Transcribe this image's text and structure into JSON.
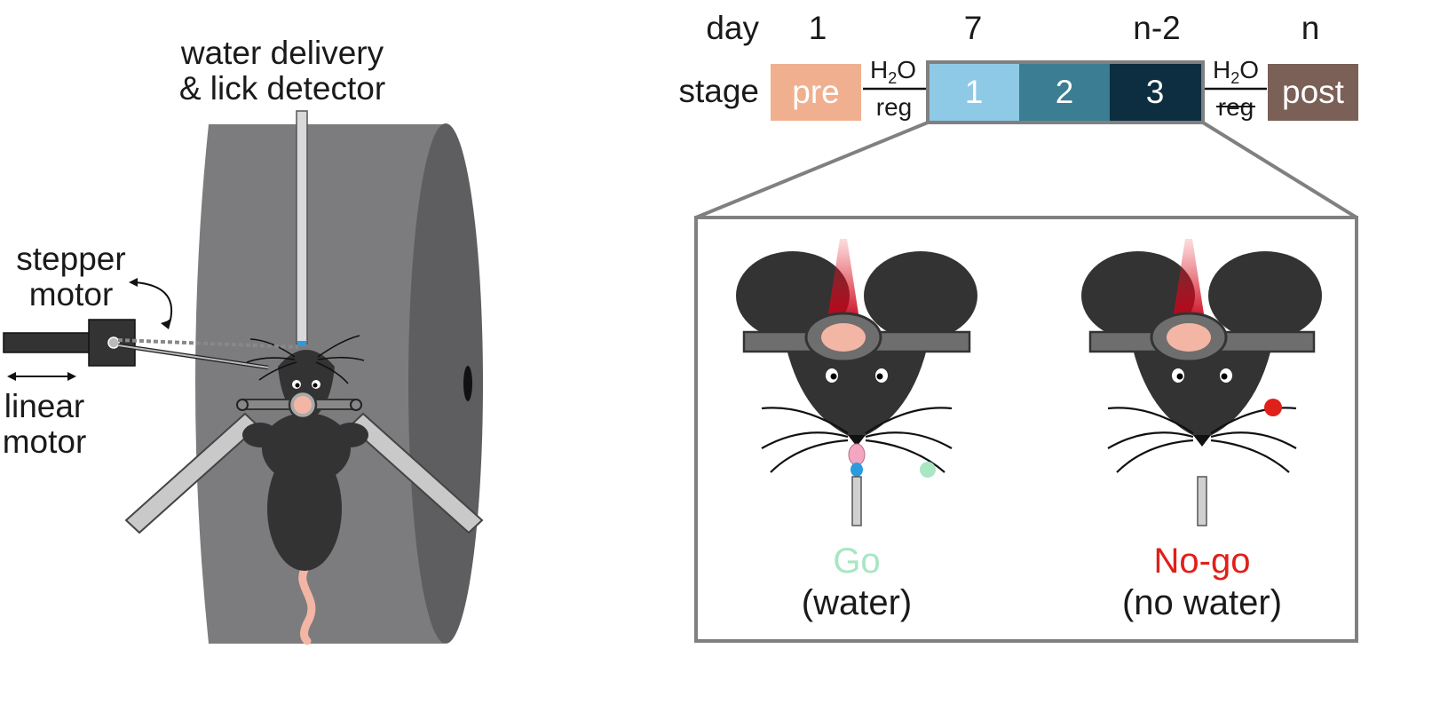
{
  "apparatus": {
    "water_label_1": "water delivery",
    "water_label_2": "& lick detector",
    "stepper_label_1": "stepper",
    "stepper_label_2": "motor",
    "linear_label_1": "linear",
    "linear_label_2": "motor"
  },
  "timeline": {
    "day_label": "day",
    "stage_label": "stage",
    "days": [
      "1",
      "7",
      "n-2",
      "n"
    ],
    "stages": [
      {
        "label": "pre",
        "color": "#f0b090"
      },
      {
        "label": "1",
        "color": "#8ecae6"
      },
      {
        "label": "2",
        "color": "#3b7d93"
      },
      {
        "label": "3",
        "color": "#0d2d40"
      },
      {
        "label": "post",
        "color": "#7a6056"
      }
    ],
    "h2o_left": {
      "h": "H",
      "sub": "2",
      "o": "O",
      "reg": "reg"
    },
    "h2o_right": {
      "h": "H",
      "sub": "2",
      "o": "O",
      "reg": "reg"
    }
  },
  "trials": {
    "go_label": "Go",
    "go_sub": "(water)",
    "go_color": "#a8e6c4",
    "nogo_label": "No-go",
    "nogo_sub": "(no water)",
    "nogo_color": "#e0201b"
  }
}
